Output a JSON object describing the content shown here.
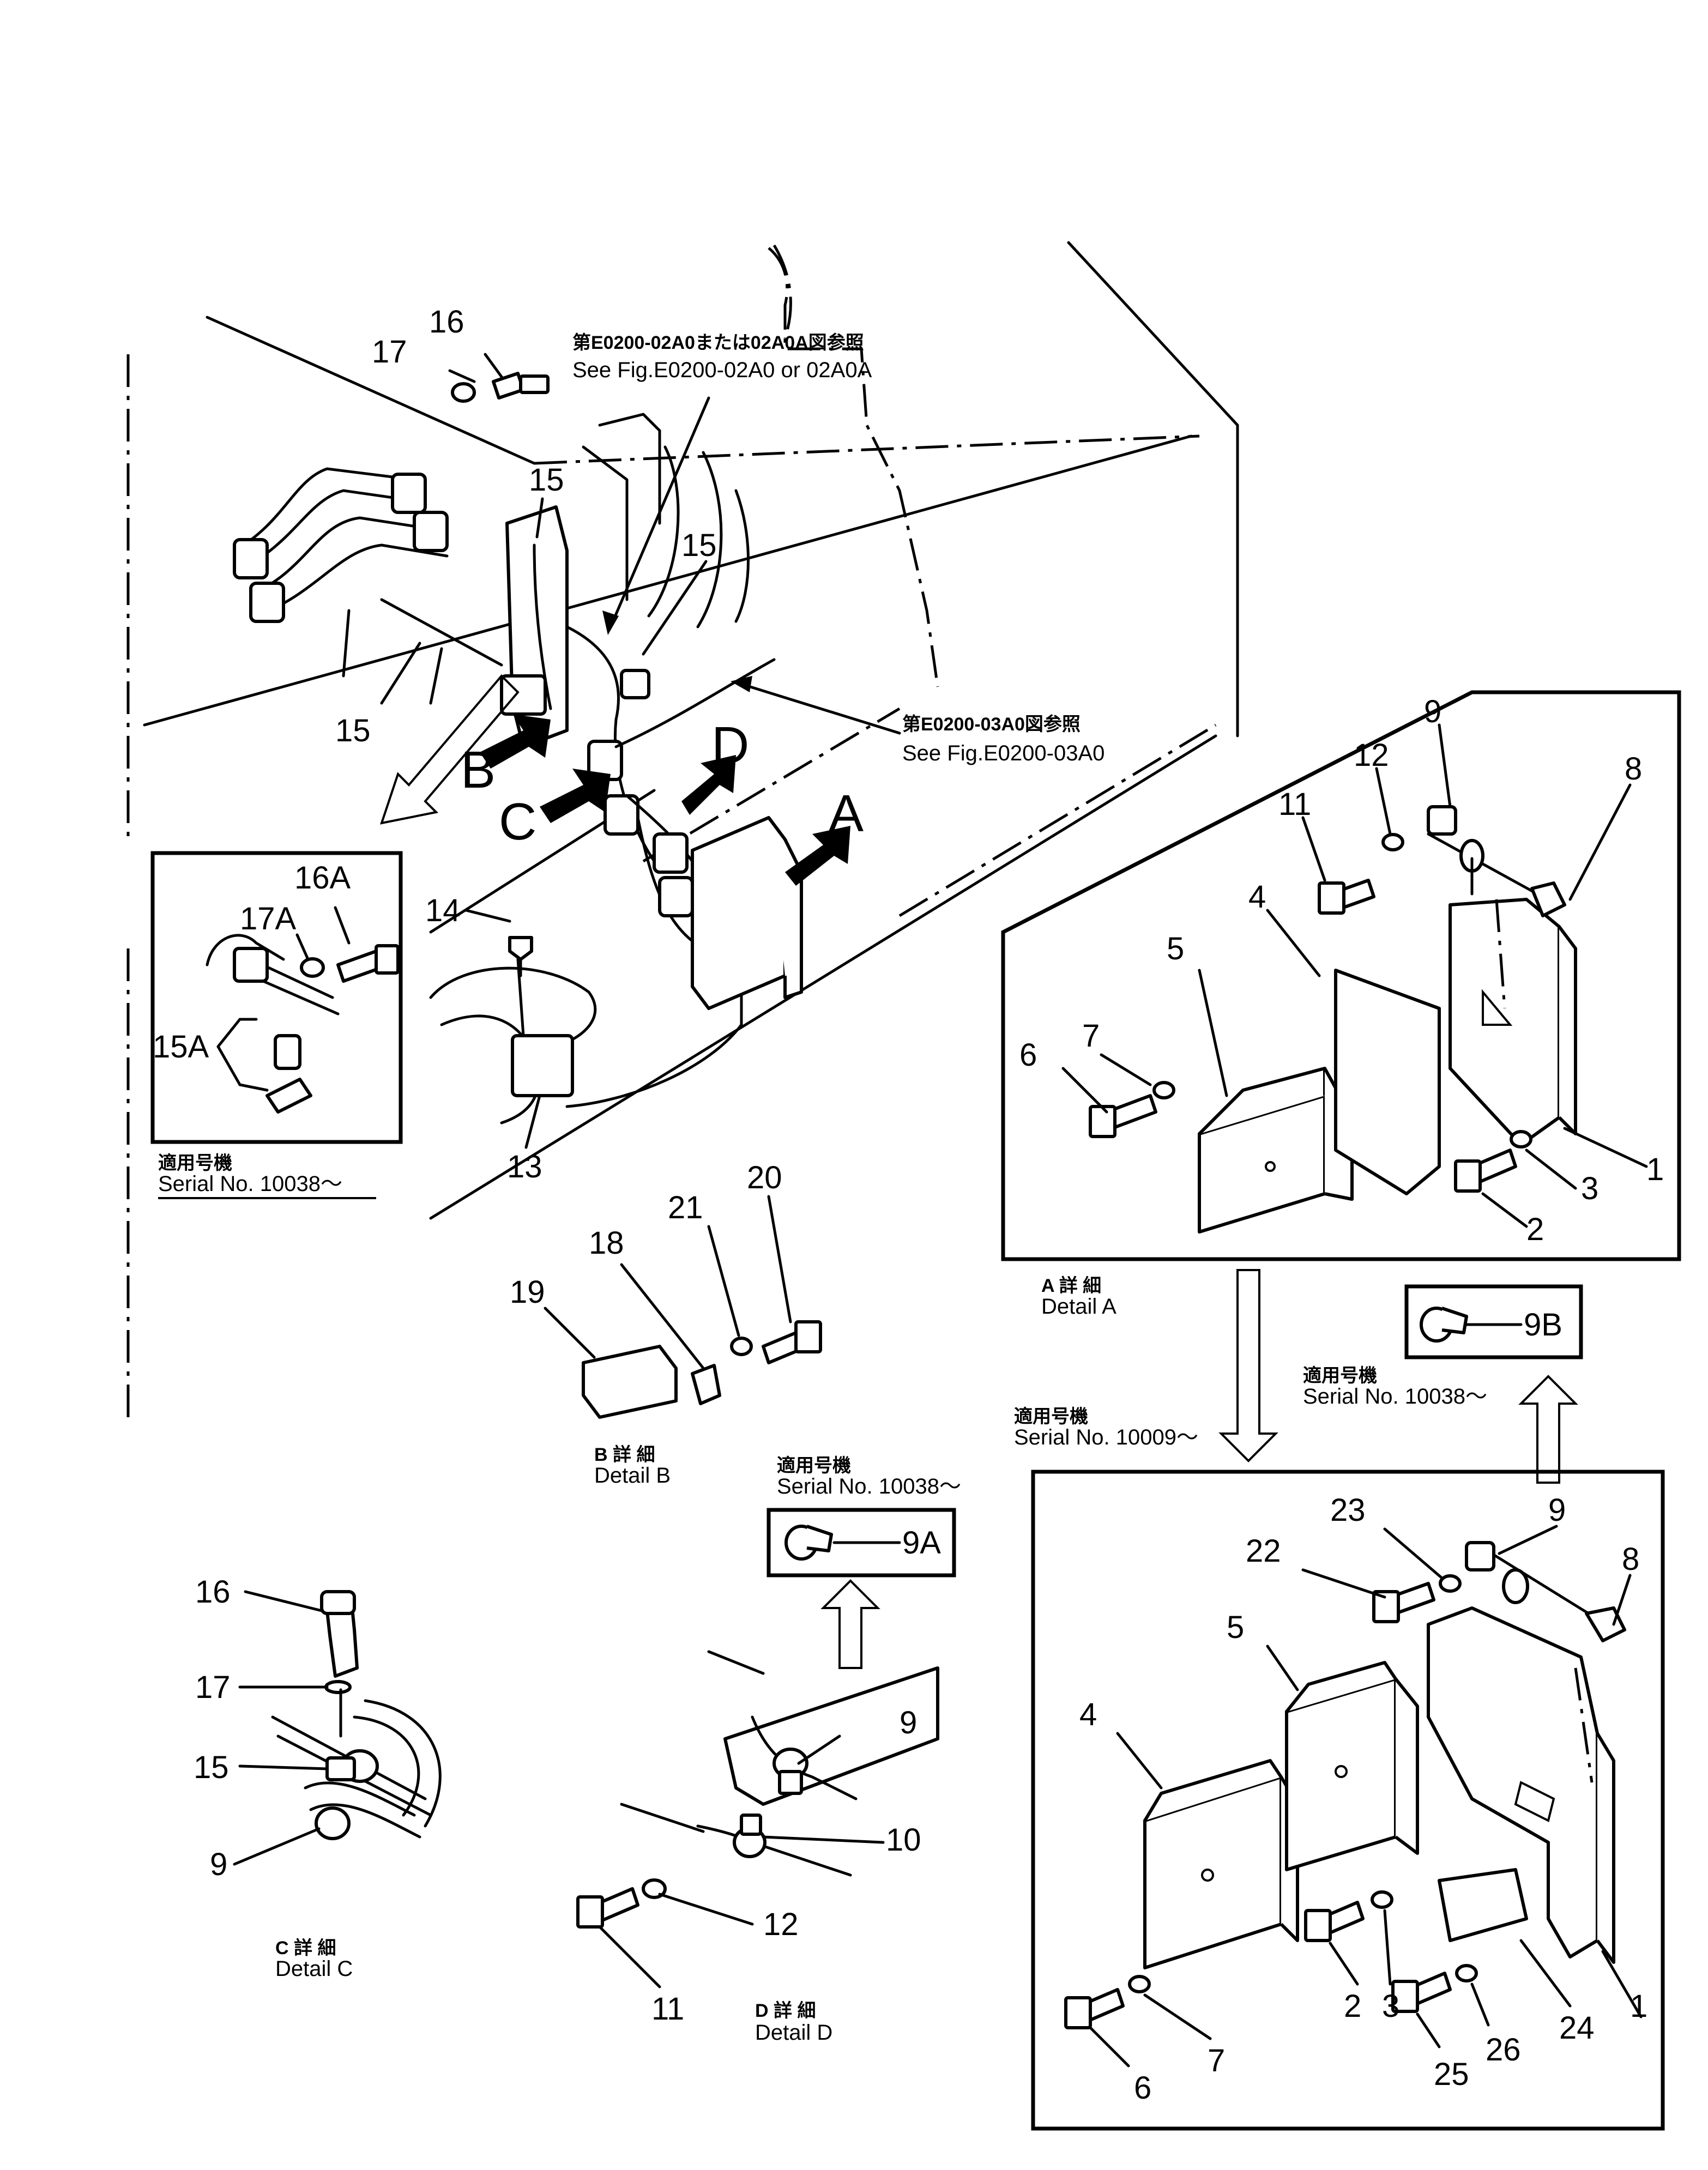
{
  "ref_notes": {
    "top_jp": "第E0200-02A0または02A0A図参照",
    "top_en": "See Fig.E0200-02A0 or 02A0A",
    "mid_jp": "第E0200-03A0図参照",
    "mid_en": "See Fig.E0200-03A0"
  },
  "view_arrows": [
    "A",
    "B",
    "C",
    "D"
  ],
  "details": {
    "a": {
      "jp": "A 詳 細",
      "en": "Detail A"
    },
    "b": {
      "jp": "B 詳 細",
      "en": "Detail B"
    },
    "c": {
      "jp": "C 詳 細",
      "en": "Detail C"
    },
    "d": {
      "jp": "D 詳 細",
      "en": "Detail D"
    }
  },
  "serials": {
    "inset_left": {
      "jp": "適用号機",
      "en": "Serial No. 10038～"
    },
    "upper_9b": {
      "jp": "適用号機",
      "en": "Serial No. 10038～"
    },
    "detail_d_9a": {
      "jp": "適用号機",
      "en": "Serial No. 10038～"
    },
    "lower_box": {
      "jp": "適用号機",
      "en": "Serial No. 10009～"
    }
  },
  "callouts": {
    "main": [
      "16",
      "17",
      "15",
      "15",
      "15",
      "14",
      "13"
    ],
    "inset": [
      "16A",
      "17A",
      "15A"
    ],
    "detail_a": [
      "9",
      "12",
      "11",
      "8",
      "4",
      "5",
      "7",
      "6",
      "1",
      "3",
      "2"
    ],
    "box_9b": "9B",
    "detail_b": [
      "19",
      "18",
      "21",
      "20"
    ],
    "box_9a": "9A",
    "detail_c": [
      "16",
      "17",
      "15",
      "9"
    ],
    "detail_d": [
      "9",
      "10",
      "12",
      "11"
    ],
    "lower": [
      "23",
      "22",
      "9",
      "8",
      "5",
      "4",
      "6",
      "7",
      "2",
      "3",
      "24",
      "1",
      "25",
      "26"
    ]
  }
}
